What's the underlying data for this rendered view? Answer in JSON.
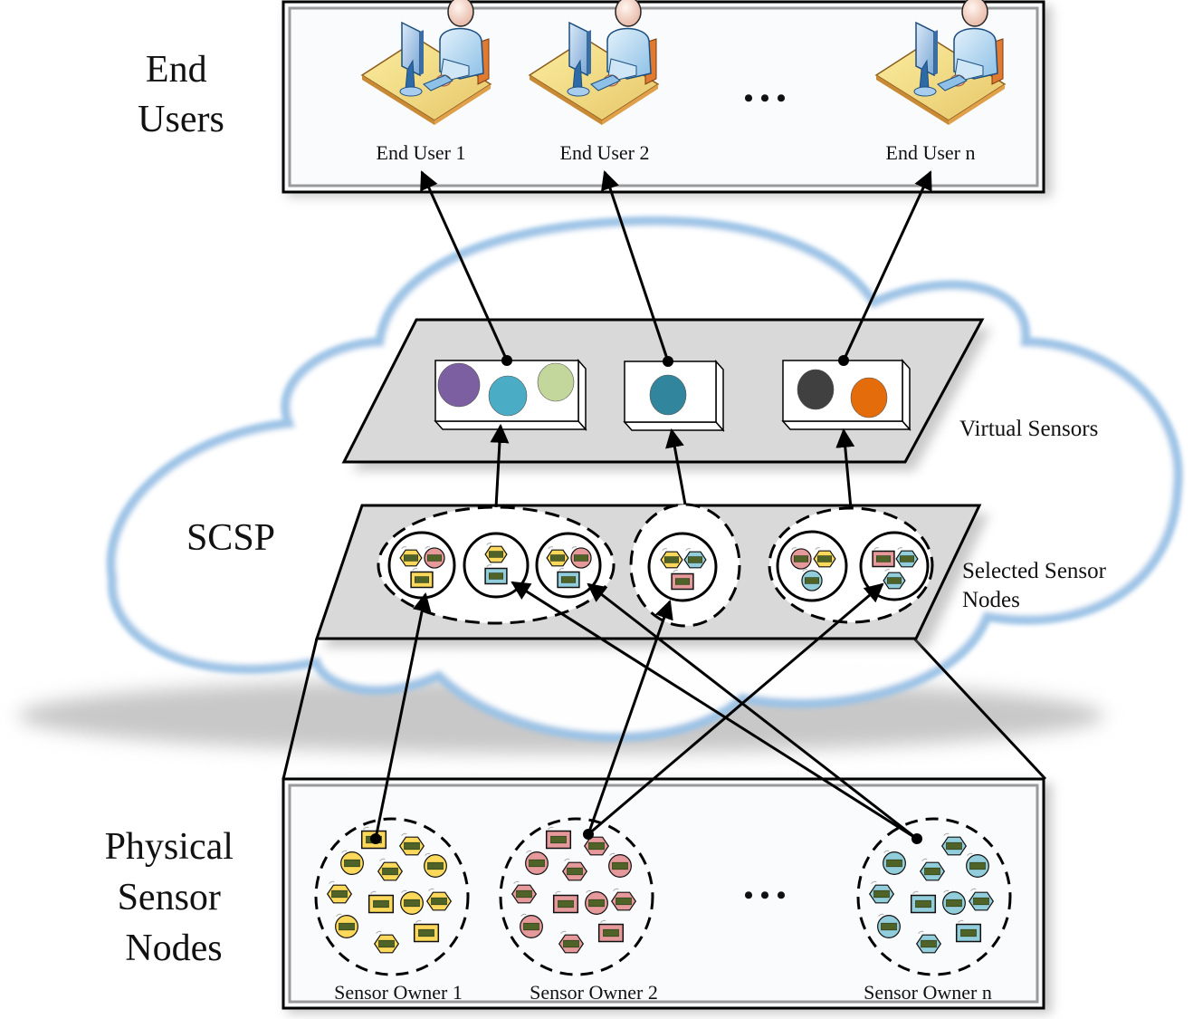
{
  "layers": {
    "end_users": {
      "label_lines": [
        "End",
        "Users"
      ],
      "users": [
        {
          "label": "End User 1"
        },
        {
          "label": "End User 2"
        },
        {
          "label": "End User n"
        }
      ],
      "ellipsis": "• • •"
    },
    "scsp": {
      "label": "SCSP",
      "virtual_sensors_label": "Virtual Sensors",
      "selected_nodes_label_lines": [
        "Selected Sensor",
        "Nodes"
      ],
      "virtual_sensors": [
        {
          "name": "virtual-sensor-1",
          "sensor_colors": [
            "#7b5fa0",
            "#4bacc6",
            "#c3d69b"
          ]
        },
        {
          "name": "virtual-sensor-2",
          "sensor_colors": [
            "#31859c"
          ]
        },
        {
          "name": "virtual-sensor-3",
          "sensor_colors": [
            "#404040",
            "#e46c0a"
          ]
        }
      ],
      "selected_groups": [
        {
          "subgroups": [
            [
              {
                "shape": "hex",
                "color": "yellow"
              },
              {
                "shape": "circle",
                "color": "pink"
              },
              {
                "shape": "rect",
                "color": "yellow"
              }
            ],
            [
              {
                "shape": "hex",
                "color": "yellow"
              },
              {
                "shape": "rect",
                "color": "blue"
              }
            ],
            [
              {
                "shape": "hex",
                "color": "yellow"
              },
              {
                "shape": "circle",
                "color": "pink"
              },
              {
                "shape": "rect",
                "color": "blue"
              }
            ]
          ]
        },
        {
          "subgroups": [
            [
              {
                "shape": "hex",
                "color": "yellow"
              },
              {
                "shape": "hex",
                "color": "blue"
              },
              {
                "shape": "rect",
                "color": "pink"
              }
            ]
          ]
        },
        {
          "subgroups": [
            [
              {
                "shape": "circle",
                "color": "pink"
              },
              {
                "shape": "hex",
                "color": "yellow"
              },
              {
                "shape": "circle",
                "color": "blue"
              }
            ],
            [
              {
                "shape": "rect",
                "color": "pink"
              },
              {
                "shape": "hex",
                "color": "blue"
              },
              {
                "shape": "hex",
                "color": "blue"
              }
            ]
          ]
        }
      ]
    },
    "physical": {
      "label_lines": [
        "Physical",
        "Sensor",
        "Nodes"
      ],
      "owners": [
        {
          "label": "Sensor Owner 1",
          "color": "yellow"
        },
        {
          "label": "Sensor Owner 2",
          "color": "pink"
        },
        {
          "label": "Sensor Owner n",
          "color": "blue"
        }
      ],
      "ellipsis": "• • •"
    }
  },
  "palette": {
    "yellow": "#fcd95a",
    "pink": "#e6999b",
    "blue": "#92cddc",
    "board": "#4f6228",
    "cloud_stroke": "#1f4e79",
    "panel_fill": "#d9d9d9"
  }
}
